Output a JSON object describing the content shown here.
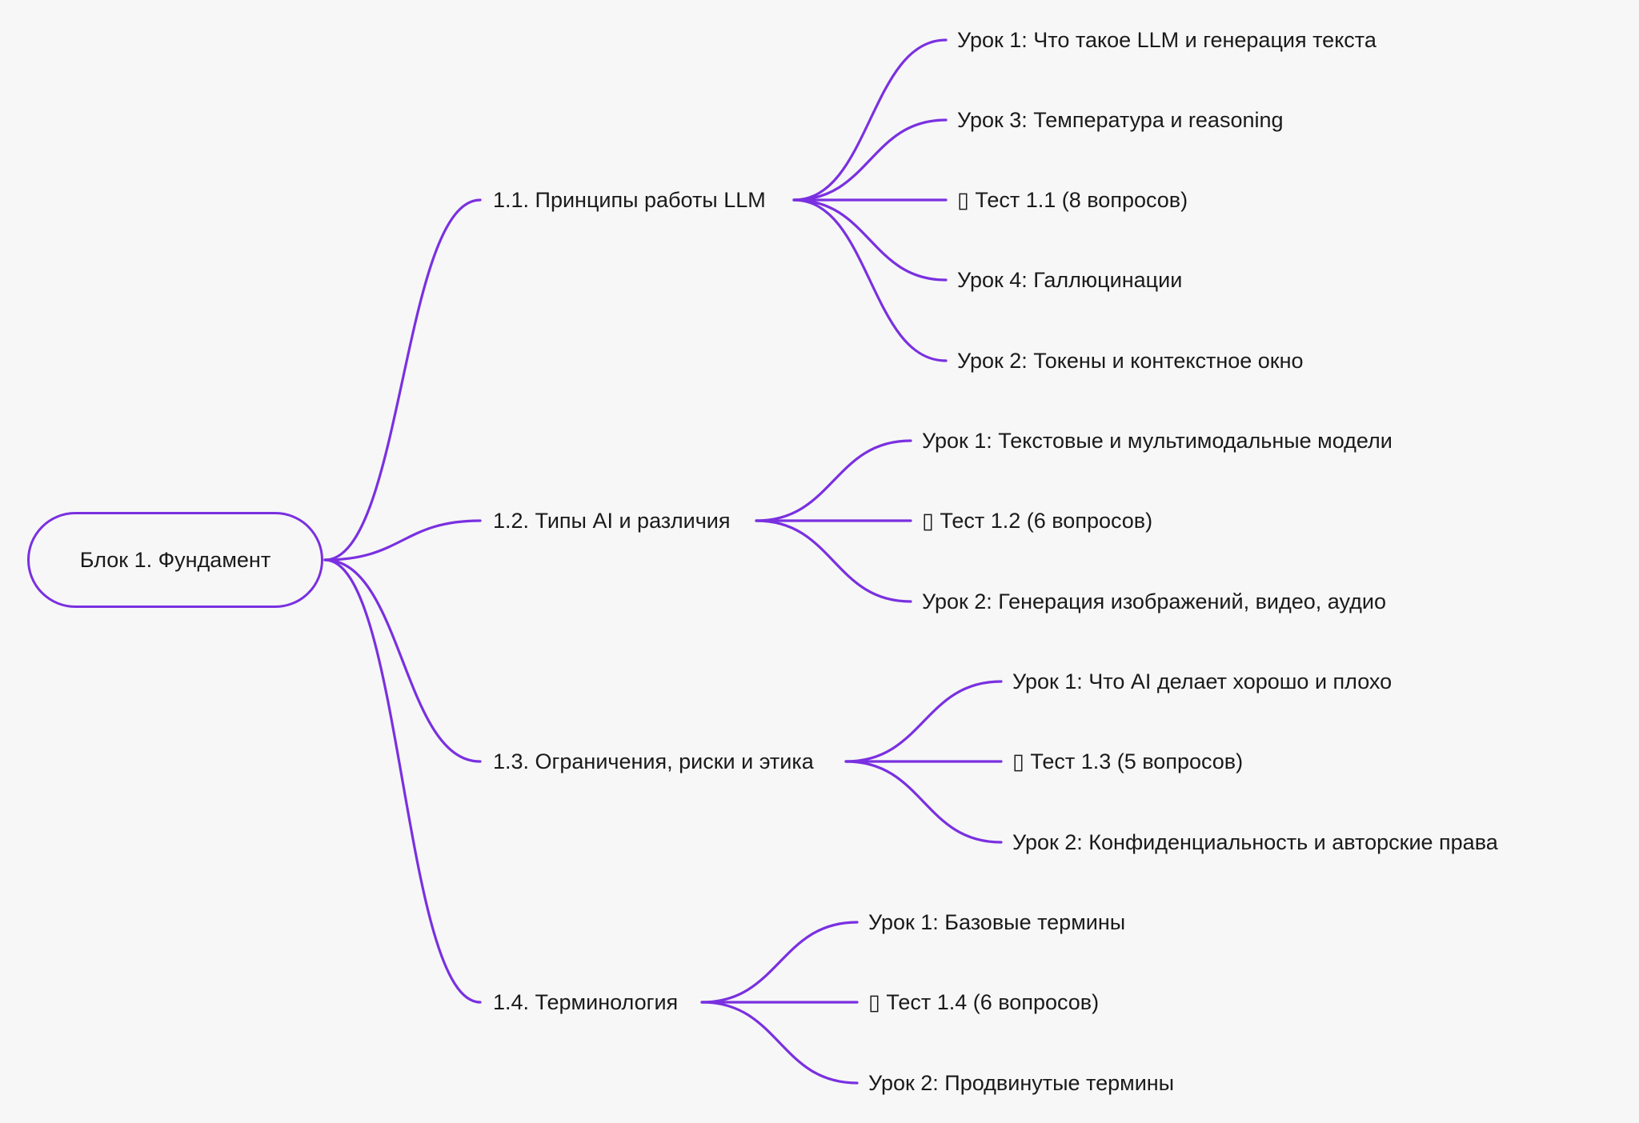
{
  "mindmap": {
    "root": {
      "label": "Блок 1. Фундамент"
    },
    "branches": [
      {
        "label": "1.1. Принципы работы LLM",
        "children": [
          {
            "label": "Урок 1: Что такое LLM и генерация текста"
          },
          {
            "label": "Урок 3: Температура и reasoning"
          },
          {
            "label": "Тест 1.1 (8 вопросов)",
            "icon": "missing-glyph-icon"
          },
          {
            "label": "Урок 4: Галлюцинации"
          },
          {
            "label": "Урок 2: Токены и контекстное окно"
          }
        ]
      },
      {
        "label": "1.2. Типы AI и различия",
        "children": [
          {
            "label": "Урок 1: Текстовые и мультимодальные модели"
          },
          {
            "label": "Тест 1.2 (6 вопросов)",
            "icon": "missing-glyph-icon"
          },
          {
            "label": "Урок 2: Генерация изображений, видео, аудио"
          }
        ]
      },
      {
        "label": "1.3. Ограничения, риски и этика",
        "children": [
          {
            "label": "Урок 1: Что AI делает хорошо и плохо"
          },
          {
            "label": "Тест 1.3 (5 вопросов)",
            "icon": "missing-glyph-icon"
          },
          {
            "label": "Урок 2: Конфиденциальность и авторские права"
          }
        ]
      },
      {
        "label": "1.4. Терминология",
        "children": [
          {
            "label": "Урок 1: Базовые термины"
          },
          {
            "label": "Тест 1.4 (6 вопросов)",
            "icon": "missing-glyph-icon"
          },
          {
            "label": "Урок 2: Продвинутые термины"
          }
        ]
      }
    ],
    "colors": {
      "connector": "#7a30e0",
      "background": "#f7f7f7",
      "text": "#1a1a1a"
    }
  }
}
